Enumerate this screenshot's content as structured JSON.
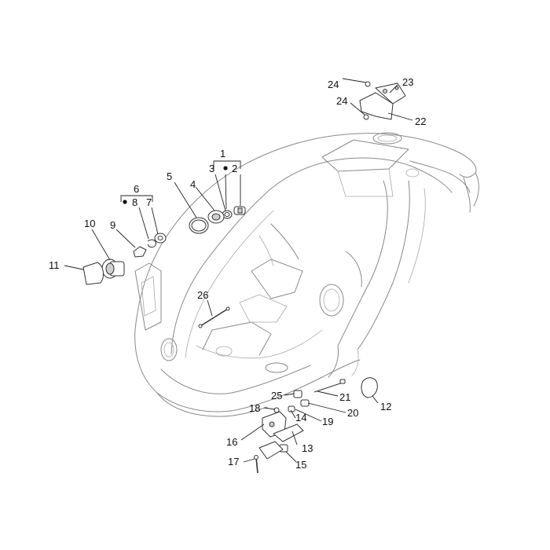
{
  "callouts": {
    "c1": "1",
    "c2": "2",
    "c3": "3",
    "c4": "4",
    "c5": "5",
    "c6": "6",
    "c7": "7",
    "c8": "8",
    "c9": "9",
    "c10": "10",
    "c11": "11",
    "c12": "12",
    "c13": "13",
    "c14": "14",
    "c15": "15",
    "c16": "16",
    "c17": "17",
    "c18": "18",
    "c19": "19",
    "c20": "20",
    "c21": "21",
    "c22": "22",
    "c23": "23",
    "c24a": "24",
    "c24b": "24",
    "c25": "25",
    "c26": "26"
  },
  "markers": [
    "bullet-3",
    "bullet-8"
  ]
}
